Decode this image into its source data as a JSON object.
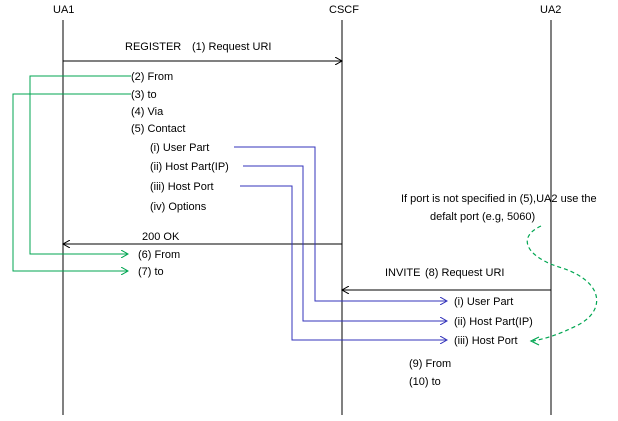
{
  "colors": {
    "green": "#00a651",
    "blue": "#3333bb",
    "black": "#000000"
  },
  "participants": {
    "ua1": "UA1",
    "cscf": "CSCF",
    "ua2": "UA2"
  },
  "register": {
    "method": "REGISTER",
    "uri": "(1) Request URI"
  },
  "register_fields": {
    "from": "(2) From",
    "to": "(3) to",
    "via": "(4) Via",
    "contact": "(5) Contact",
    "user_part": "(i) User Part",
    "host_part": "(ii) Host Part(IP)",
    "host_port": "(iii) Host Port",
    "options": "(iv) Options"
  },
  "ok": {
    "label": "200 OK",
    "from": "(6) From",
    "to": "(7) to"
  },
  "note": {
    "line1": "If port is not specified in (5),UA2 use the",
    "line2": "defalt port (e.g, 5060)"
  },
  "invite": {
    "method": "INVITE",
    "uri": "(8) Request URI"
  },
  "invite_fields": {
    "user_part": "(i) User Part",
    "host_part": "(ii) Host Part(IP)",
    "host_port": "(iii) Host Port",
    "from": "(9) From",
    "to": "(10) to"
  }
}
